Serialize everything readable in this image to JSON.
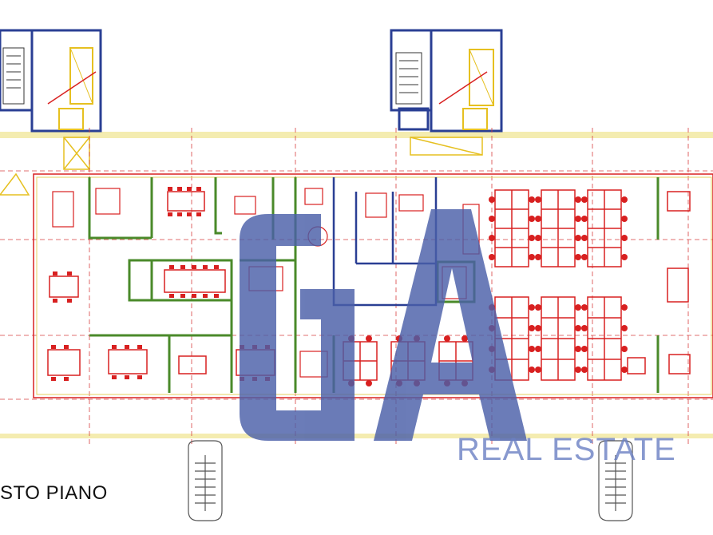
{
  "plan": {
    "floor_label": "STO PIANO"
  },
  "watermark": {
    "logo_text": "GA",
    "tagline": "REAL ESTATE",
    "color": "#4a5fa8"
  },
  "colors": {
    "red_furniture": "#d82020",
    "green_partition": "#4a8a2a",
    "blue_core": "#2a3f94",
    "dashed_grid": "#d84040",
    "yellow_band": "#e8d860"
  }
}
